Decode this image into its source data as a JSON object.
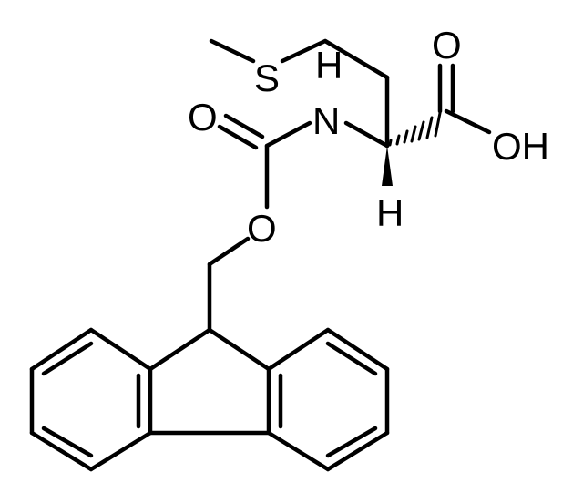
{
  "molecule": {
    "atoms": {
      "sulfur": "S",
      "nh_nitrogen": "N",
      "nh_hydrogen": "H",
      "acid_oxygen": "O",
      "acid_hydroxyl": "OH",
      "stereo_hydrogen": "H",
      "carbamate_carbonyl_oxygen": "O",
      "carbamate_ester_oxygen": "O"
    }
  }
}
